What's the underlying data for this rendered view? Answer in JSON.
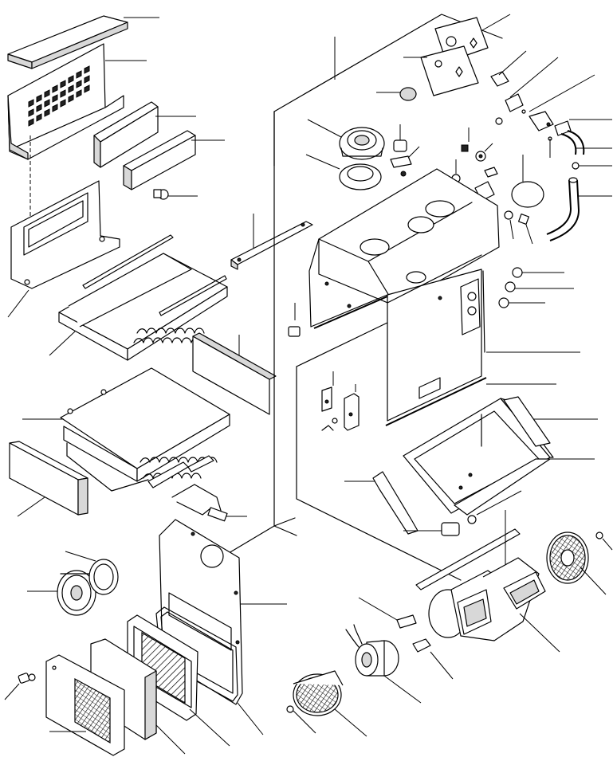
{
  "title": "",
  "parts": [
    {
      "id": "cover-plate"
    },
    {
      "id": "upper-housing-with-louvers"
    },
    {
      "id": "filter-pad-a"
    },
    {
      "id": "filter-pad-b"
    },
    {
      "id": "knob"
    },
    {
      "id": "bracket-plate"
    },
    {
      "id": "heater-core"
    },
    {
      "id": "evaporator-core"
    },
    {
      "id": "seal-strip"
    },
    {
      "id": "insulation-panel"
    },
    {
      "id": "lower-filter"
    },
    {
      "id": "control-panel"
    },
    {
      "id": "switch-plate"
    },
    {
      "id": "vent-cap"
    },
    {
      "id": "thermostat"
    },
    {
      "id": "adapter-ring"
    },
    {
      "id": "hose-elbow"
    },
    {
      "id": "hose"
    },
    {
      "id": "main-case"
    },
    {
      "id": "floor-duct"
    },
    {
      "id": "blower-housing"
    },
    {
      "id": "blower-wheel"
    },
    {
      "id": "blower-motor"
    },
    {
      "id": "resistor"
    },
    {
      "id": "side-cover"
    },
    {
      "id": "outlet-grille"
    },
    {
      "id": "filter-frame"
    },
    {
      "id": "gasket"
    }
  ]
}
